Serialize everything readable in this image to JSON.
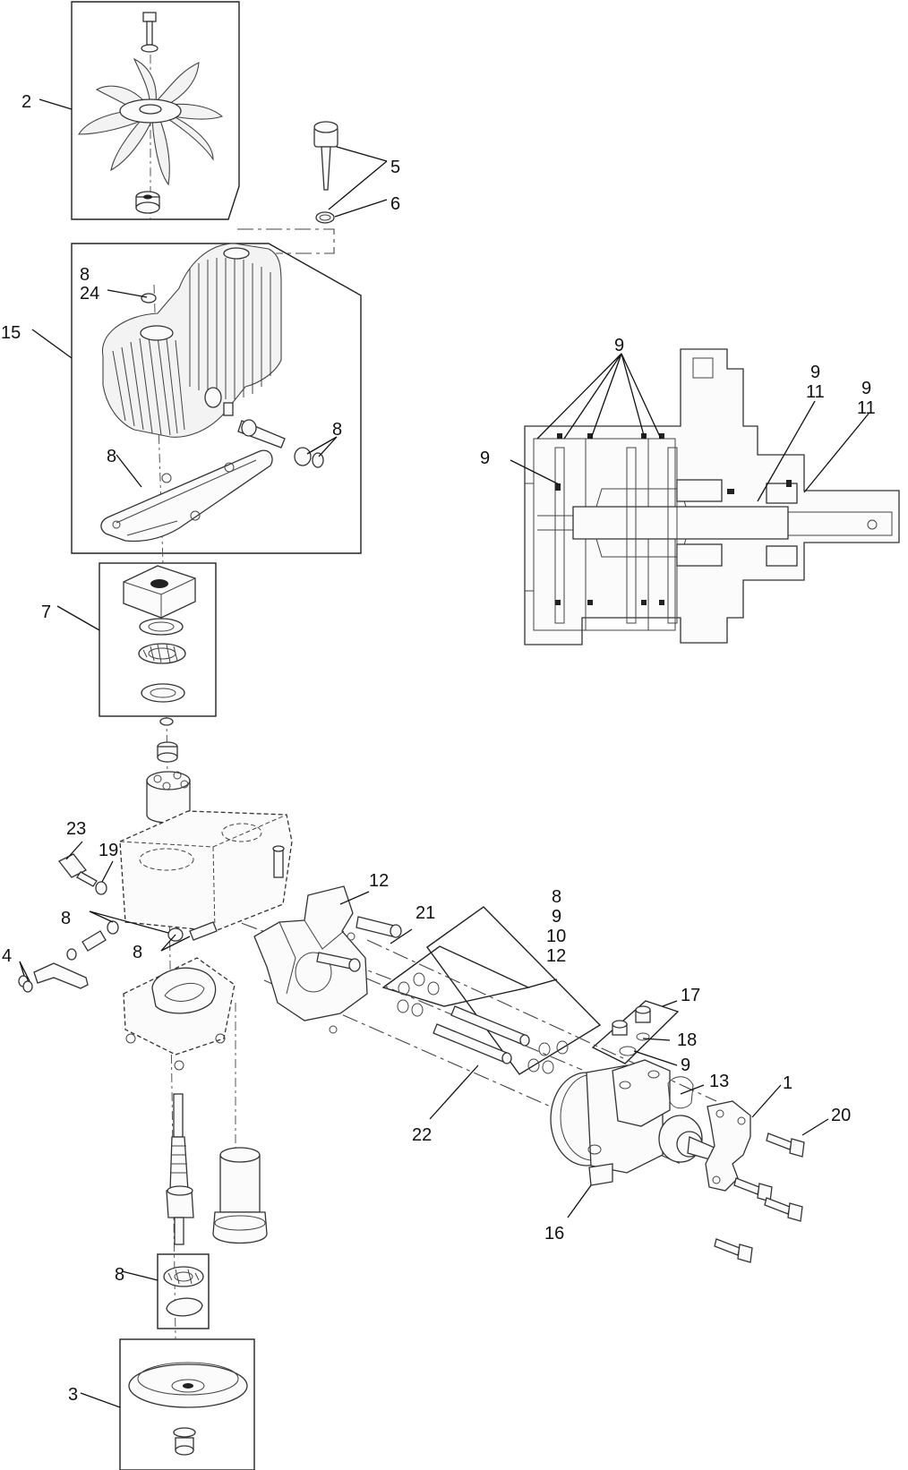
{
  "labels": {
    "l1": "1",
    "l2": "2",
    "l3": "3",
    "l4": "4",
    "l5": "5",
    "l6": "6",
    "l7": "7",
    "l8a": "8",
    "l24": "24",
    "l15": "15",
    "l8b": "8",
    "l8c": "8",
    "l9a": "9",
    "l9b": "9",
    "l11a": "11",
    "l9c": "9",
    "l11b": "11",
    "l9d": "9",
    "l23": "23",
    "l19": "19",
    "l8d": "8",
    "l8e": "8",
    "l12a": "12",
    "l21": "21",
    "l8f": "8",
    "l9e": "9",
    "l10": "10",
    "l12b": "12",
    "l17": "17",
    "l18": "18",
    "l9f": "9",
    "l13": "13",
    "l20": "20",
    "l22": "22",
    "l16": "16",
    "l8g": "8"
  },
  "colors": {
    "line": "#222222",
    "background": "#ffffff"
  }
}
